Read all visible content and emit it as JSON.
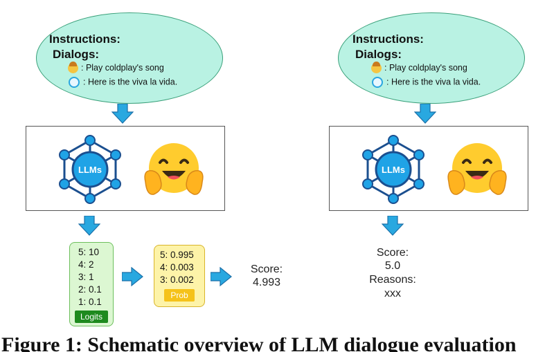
{
  "left": {
    "bubble": {
      "instructions": "Instructions:",
      "dialogs": "Dialogs:",
      "user_line": ": Play coldplay's song",
      "bot_line": ": Here is the viva la vida."
    },
    "llm_label": "LLMs",
    "logits": {
      "values": [
        "5: 10",
        "4: 2",
        "3: 1",
        "2: 0.1",
        "1: 0.1"
      ],
      "tag": "Logits"
    },
    "prob": {
      "values": [
        "5: 0.995",
        "4: 0.003",
        "3: 0.002"
      ],
      "tag": "Prob"
    },
    "score_label": "Score:",
    "score_value": "4.993"
  },
  "right": {
    "bubble": {
      "instructions": "Instructions:",
      "dialogs": "Dialogs:",
      "user_line": ": Play coldplay's song",
      "bot_line": ": Here is the viva la vida."
    },
    "llm_label": "LLMs",
    "score_label": "Score:",
    "score_value": "5.0",
    "reasons_label": "Reasons:",
    "reasons_value": "xxx"
  },
  "caption": "Figure 1:  Schematic overview of LLM dialogue evaluation",
  "colors": {
    "bubble_fill": "#b9f2e3",
    "arrow": "#29a8e0",
    "llm_node": "#1fa3e6",
    "llm_edge": "#1b4f8f",
    "logits_fill": "#dcf7d2",
    "logits_tag": "#1e8a1e",
    "prob_fill": "#fdf3a8",
    "prob_tag": "#f5c21a"
  },
  "icons": [
    "user-emoji-icon",
    "bot-chat-icon",
    "llm-network-icon",
    "hugging-face-icon",
    "arrow-down-icon",
    "arrow-right-icon"
  ]
}
